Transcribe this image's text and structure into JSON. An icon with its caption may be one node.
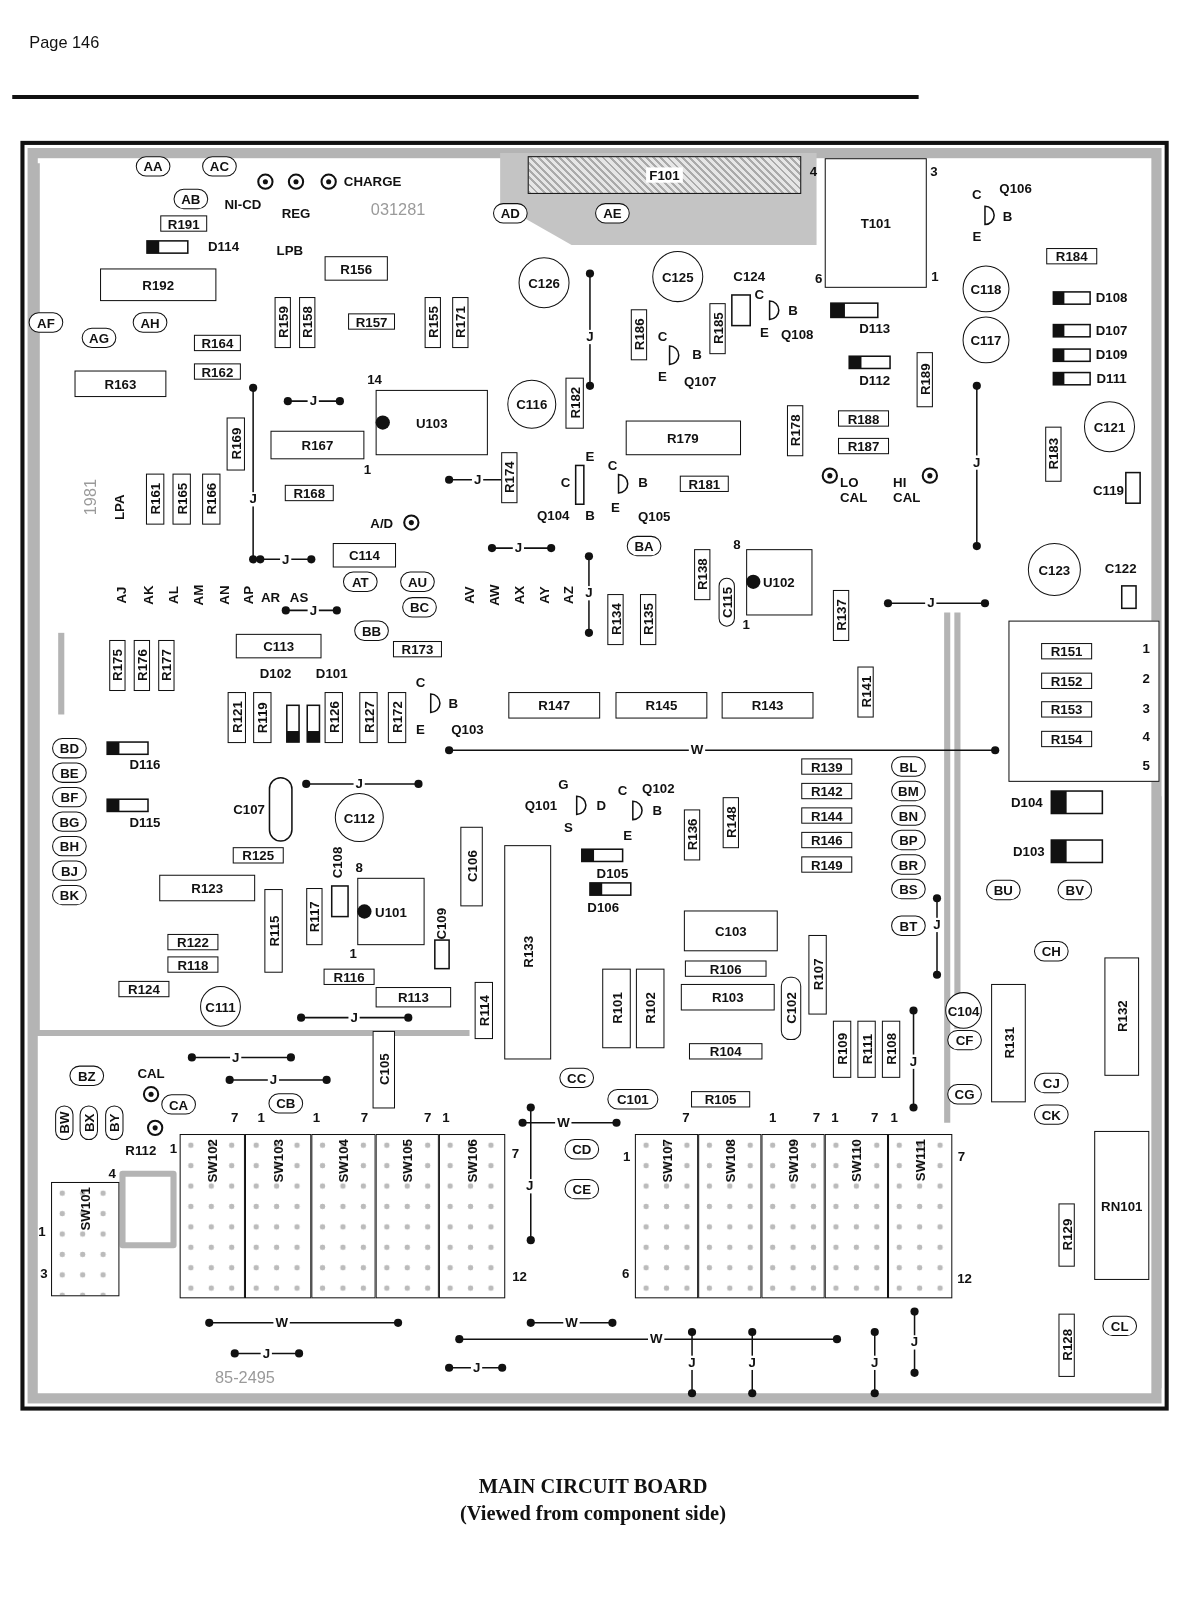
{
  "diagram": {
    "title": "MAIN CIRCUIT BOARD",
    "caption": "(Viewed from component side)",
    "nodes": [
      {
        "text": [
          "AA"
        ]
      },
      {
        "text": [
          "AC"
        ]
      },
      {
        "text": [
          "AB"
        ]
      },
      {
        "text": [
          "AD"
        ]
      },
      {
        "text": [
          "AE"
        ]
      },
      {
        "text": [
          "F101"
        ]
      },
      {
        "text": [
          "T101"
        ]
      },
      {
        "text": [
          "R191"
        ]
      },
      {
        "text": [
          "R192"
        ]
      },
      {
        "text": [
          "R156"
        ]
      },
      {
        "text": [
          "C126"
        ]
      },
      {
        "text": [
          "C125"
        ]
      },
      {
        "text": [
          "R159"
        ]
      },
      {
        "text": [
          "R158"
        ]
      },
      {
        "text": [
          "R157"
        ]
      },
      {
        "text": [
          "R155"
        ]
      },
      {
        "text": [
          "R171"
        ]
      },
      {
        "text": [
          "AF"
        ]
      },
      {
        "text": [
          "AG"
        ]
      },
      {
        "text": [
          "AH"
        ]
      },
      {
        "text": [
          "R186"
        ]
      },
      {
        "text": [
          "R185"
        ]
      },
      {
        "text": [
          "C118"
        ]
      },
      {
        "text": [
          "R184"
        ]
      },
      {
        "text": [
          "C117"
        ]
      },
      {
        "text": [
          "R164"
        ]
      },
      {
        "text": [
          "R162"
        ]
      },
      {
        "text": [
          "R163"
        ]
      },
      {
        "text": [
          "R189"
        ]
      },
      {
        "text": [
          "U103"
        ]
      },
      {
        "text": [
          "C116"
        ]
      },
      {
        "text": [
          "R182"
        ]
      },
      {
        "text": [
          "R179"
        ]
      },
      {
        "text": [
          "R178"
        ]
      },
      {
        "text": [
          "R188"
        ]
      },
      {
        "text": [
          "R187"
        ]
      },
      {
        "text": [
          "C121"
        ]
      },
      {
        "text": [
          "R167"
        ]
      },
      {
        "text": [
          "R169"
        ]
      },
      {
        "text": [
          "R183"
        ]
      },
      {
        "text": [
          "R161"
        ]
      },
      {
        "text": [
          "R165"
        ]
      },
      {
        "text": [
          "R166"
        ]
      },
      {
        "text": [
          "R168"
        ]
      },
      {
        "text": [
          "R174"
        ]
      },
      {
        "text": [
          "R181"
        ]
      },
      {
        "text": [
          "BA"
        ]
      },
      {
        "text": [
          "C114"
        ]
      },
      {
        "text": [
          "AT"
        ]
      },
      {
        "text": [
          "AU"
        ]
      },
      {
        "text": [
          "BC"
        ]
      },
      {
        "text": [
          "R138"
        ]
      },
      {
        "text": [
          "U102"
        ]
      },
      {
        "text": [
          "C115"
        ]
      },
      {
        "text": [
          "C123"
        ]
      },
      {
        "text": [
          "R134"
        ]
      },
      {
        "text": [
          "R135"
        ]
      },
      {
        "text": [
          "R137"
        ]
      },
      {
        "text": [
          "BB"
        ]
      },
      {
        "text": [
          "C113"
        ]
      },
      {
        "text": [
          "R173"
        ]
      },
      {
        "text": [],
        "shape": "box"
      },
      {
        "text": [
          "R151"
        ],
        "in": 61
      },
      {
        "text": [
          "R152"
        ],
        "in": 61
      },
      {
        "text": [
          "R153"
        ],
        "in": 61
      },
      {
        "text": [
          "R154"
        ],
        "in": 61
      },
      {
        "text": [
          "R175"
        ]
      },
      {
        "text": [
          "R176"
        ]
      },
      {
        "text": [
          "R177"
        ]
      },
      {
        "text": [
          "R141"
        ]
      },
      {
        "text": [
          "R147"
        ]
      },
      {
        "text": [
          "R145"
        ]
      },
      {
        "text": [
          "R143"
        ]
      },
      {
        "text": [
          "R121"
        ]
      },
      {
        "text": [
          "R119"
        ]
      },
      {
        "text": [
          "R126"
        ]
      },
      {
        "text": [
          "R127"
        ]
      },
      {
        "text": [
          "R172"
        ]
      },
      {
        "text": [
          "BD"
        ]
      },
      {
        "text": [
          "BE"
        ]
      },
      {
        "text": [
          "BF"
        ]
      },
      {
        "text": [
          "BG"
        ]
      },
      {
        "text": [
          "BH"
        ]
      },
      {
        "text": [
          "BJ"
        ]
      },
      {
        "text": [
          "BK"
        ]
      },
      {
        "text": [
          "R139"
        ]
      },
      {
        "text": [
          "R142"
        ]
      },
      {
        "text": [
          "R144"
        ]
      },
      {
        "text": [
          "R146"
        ]
      },
      {
        "text": [
          "R149"
        ]
      },
      {
        "text": [
          "BL"
        ]
      },
      {
        "text": [
          "BM"
        ]
      },
      {
        "text": [
          "BN"
        ]
      },
      {
        "text": [
          "BP"
        ]
      },
      {
        "text": [
          "BR"
        ]
      },
      {
        "text": [
          "BS"
        ]
      },
      {
        "text": [
          "BT"
        ]
      },
      {
        "text": [
          "C112"
        ]
      },
      {
        "text": [
          "R136"
        ]
      },
      {
        "text": [
          "R148"
        ]
      },
      {
        "text": [
          "R125"
        ]
      },
      {
        "text": [
          "C106"
        ]
      },
      {
        "text": [
          "R123"
        ]
      },
      {
        "text": [
          "R117"
        ]
      },
      {
        "text": [
          "U101"
        ]
      },
      {
        "text": [
          "R133"
        ]
      },
      {
        "text": [
          "BU"
        ]
      },
      {
        "text": [
          "BV"
        ]
      },
      {
        "text": [
          "C103"
        ]
      },
      {
        "text": [
          "R115"
        ]
      },
      {
        "text": [
          "R122"
        ]
      },
      {
        "text": [
          "R118"
        ]
      },
      {
        "text": [
          "CH"
        ]
      },
      {
        "text": [
          "R106"
        ]
      },
      {
        "text": [
          "R107"
        ]
      },
      {
        "text": [
          "R116"
        ]
      },
      {
        "text": [
          "R124"
        ]
      },
      {
        "text": [
          "R113"
        ]
      },
      {
        "text": [
          "R103"
        ]
      },
      {
        "text": [
          "C111"
        ]
      },
      {
        "text": [
          "R101"
        ]
      },
      {
        "text": [
          "R102"
        ]
      },
      {
        "text": [
          "C102"
        ]
      },
      {
        "text": [
          "C104"
        ]
      },
      {
        "text": [
          "R114"
        ]
      },
      {
        "text": [
          "R132"
        ]
      },
      {
        "text": [
          "R131"
        ]
      },
      {
        "text": [
          "CF"
        ]
      },
      {
        "text": [
          "R109"
        ]
      },
      {
        "text": [
          "R111"
        ]
      },
      {
        "text": [
          "R108"
        ]
      },
      {
        "text": [
          "R104"
        ]
      },
      {
        "text": [
          "C105"
        ]
      },
      {
        "text": [
          "BZ"
        ]
      },
      {
        "text": [
          "CC"
        ]
      },
      {
        "text": [
          "CJ"
        ]
      },
      {
        "text": [
          "CG"
        ]
      },
      {
        "text": [
          "C101"
        ]
      },
      {
        "text": [
          "R105"
        ]
      },
      {
        "text": [
          "CA"
        ]
      },
      {
        "text": [
          "CB"
        ]
      },
      {
        "text": [
          "CK"
        ]
      },
      {
        "text": [
          "BW"
        ]
      },
      {
        "text": [
          "BX"
        ]
      },
      {
        "text": [
          "BY"
        ]
      },
      {
        "text": [
          "CD"
        ]
      },
      {
        "text": [
          "CE"
        ]
      },
      {
        "text": [
          "SW102"
        ]
      },
      {
        "text": [
          "SW103"
        ]
      },
      {
        "text": [
          "SW104"
        ]
      },
      {
        "text": [
          "SW105"
        ]
      },
      {
        "text": [
          "SW106"
        ]
      },
      {
        "text": [
          "SW107"
        ]
      },
      {
        "text": [
          "SW108"
        ]
      },
      {
        "text": [
          "SW109"
        ]
      },
      {
        "text": [
          "SW110"
        ]
      },
      {
        "text": [
          "SW111"
        ]
      },
      {
        "text": [
          "SW101"
        ]
      },
      {
        "text": [
          "RN101"
        ]
      },
      {
        "text": [
          "R129"
        ]
      },
      {
        "text": [
          "R128"
        ]
      },
      {
        "text": [
          "CL"
        ]
      }
    ],
    "labels": [
      "Page 146",
      "CHARGE",
      "NI-CD",
      "REG",
      "031281",
      "4",
      "3",
      "C",
      "Q106",
      "B",
      "E",
      "D114",
      "LPB",
      "C124",
      "6",
      "1",
      "C",
      "D108",
      "B",
      "E",
      "Q108",
      "D113",
      "D107",
      "J",
      "C",
      "B",
      "D109",
      "14",
      "E",
      "Q107",
      "D112",
      "D111",
      "J",
      "1",
      "J",
      "E",
      "C",
      "C",
      "B",
      "LO CAL",
      "HI CAL",
      "J",
      "C119",
      "LPA",
      "1981",
      "J",
      "E",
      "Q104",
      "B",
      "Q105",
      "A/D",
      "J",
      "8",
      "J",
      "C122",
      "AJ",
      "AK",
      "AL",
      "AM",
      "AN",
      "AP",
      "AR",
      "AS",
      "AV",
      "AW",
      "AX",
      "AY",
      "AZ",
      "J",
      "1",
      "J",
      "J",
      "1",
      "2",
      "3",
      "4",
      "5",
      "D102",
      "D101",
      "C",
      "B",
      "E",
      "Q103",
      "W",
      "D116",
      "D104",
      "J",
      "Q101",
      "G",
      "D",
      "S",
      "C",
      "Q102",
      "B",
      "E",
      "C107",
      "D115",
      "D103",
      "C108",
      "8",
      "D105",
      "D106",
      "C109",
      "1",
      "J",
      "J",
      "J",
      "J",
      "CAL",
      "J",
      "W",
      "R112",
      "1",
      "7",
      "1",
      "1",
      "7",
      "7",
      "1",
      "7",
      "1",
      "7",
      "1",
      "7",
      "1",
      "7",
      "1",
      "7",
      "4",
      "1",
      "3",
      "J",
      "12",
      "6",
      "12",
      "W",
      "W",
      "W",
      "J",
      "J",
      "J",
      "J",
      "J",
      "J",
      "85-2495"
    ]
  }
}
